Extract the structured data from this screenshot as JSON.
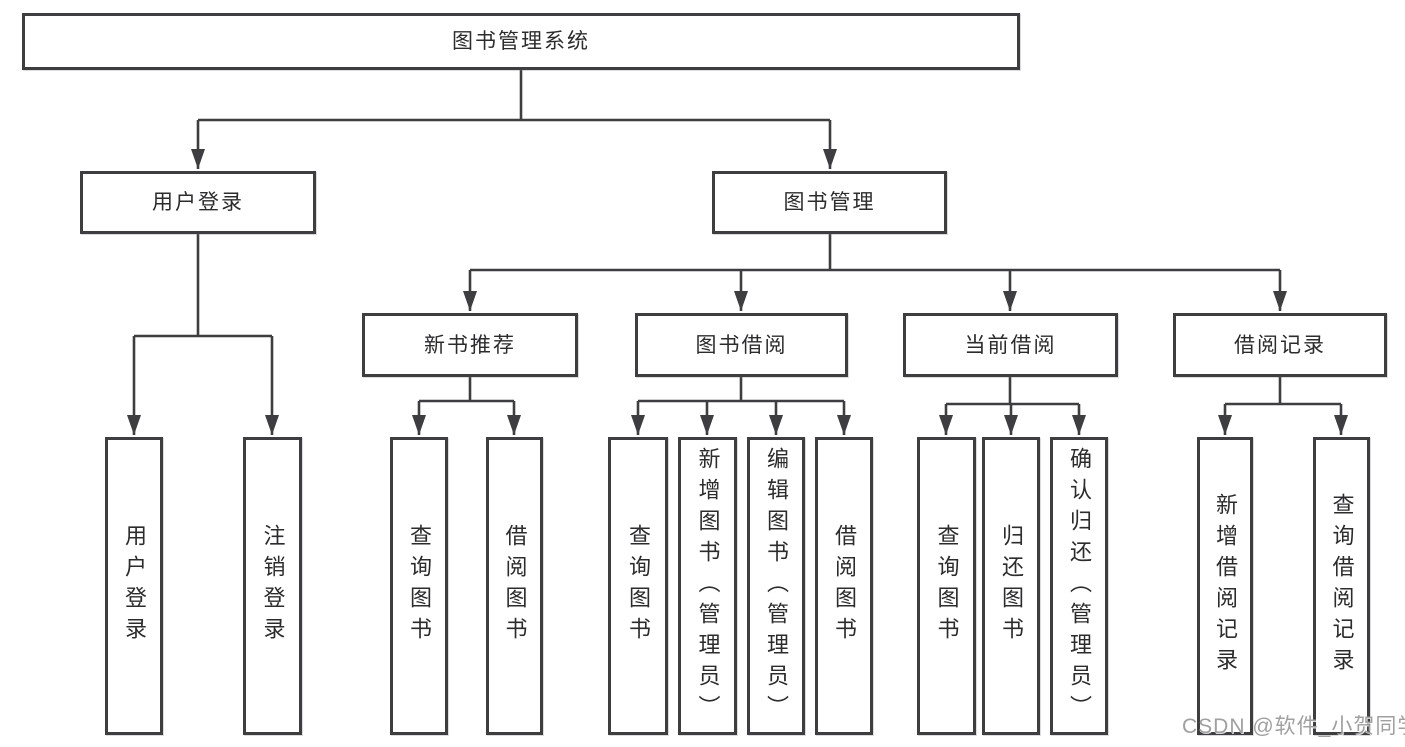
{
  "tree": {
    "root": {
      "label": "图书管理系统",
      "children": [
        {
          "label": "用户登录",
          "children": [
            {
              "label": "用户登录"
            },
            {
              "label": "注销登录"
            }
          ]
        },
        {
          "label": "图书管理",
          "children": [
            {
              "label": "新书推荐",
              "children": [
                {
                  "label": "查询图书"
                },
                {
                  "label": "借阅图书"
                }
              ]
            },
            {
              "label": "图书借阅",
              "children": [
                {
                  "label": "查询图书"
                },
                {
                  "label": "新增图书（管理员）"
                },
                {
                  "label": "编辑图书（管理员）"
                },
                {
                  "label": "借阅图书"
                }
              ]
            },
            {
              "label": "当前借阅",
              "children": [
                {
                  "label": "查询图书"
                },
                {
                  "label": "归还图书"
                },
                {
                  "label": "确认归还（管理员）"
                }
              ]
            },
            {
              "label": "借阅记录",
              "children": [
                {
                  "label": "新增借阅记录"
                },
                {
                  "label": "查询借阅记录"
                }
              ]
            }
          ]
        }
      ]
    }
  },
  "watermark": {
    "text": "CSDN @软件_小贺同学"
  },
  "colors": {
    "line": "#3e3e40",
    "text": "#2c2c2e",
    "watermark": "#a0a0a0",
    "background": "#ffffff"
  }
}
